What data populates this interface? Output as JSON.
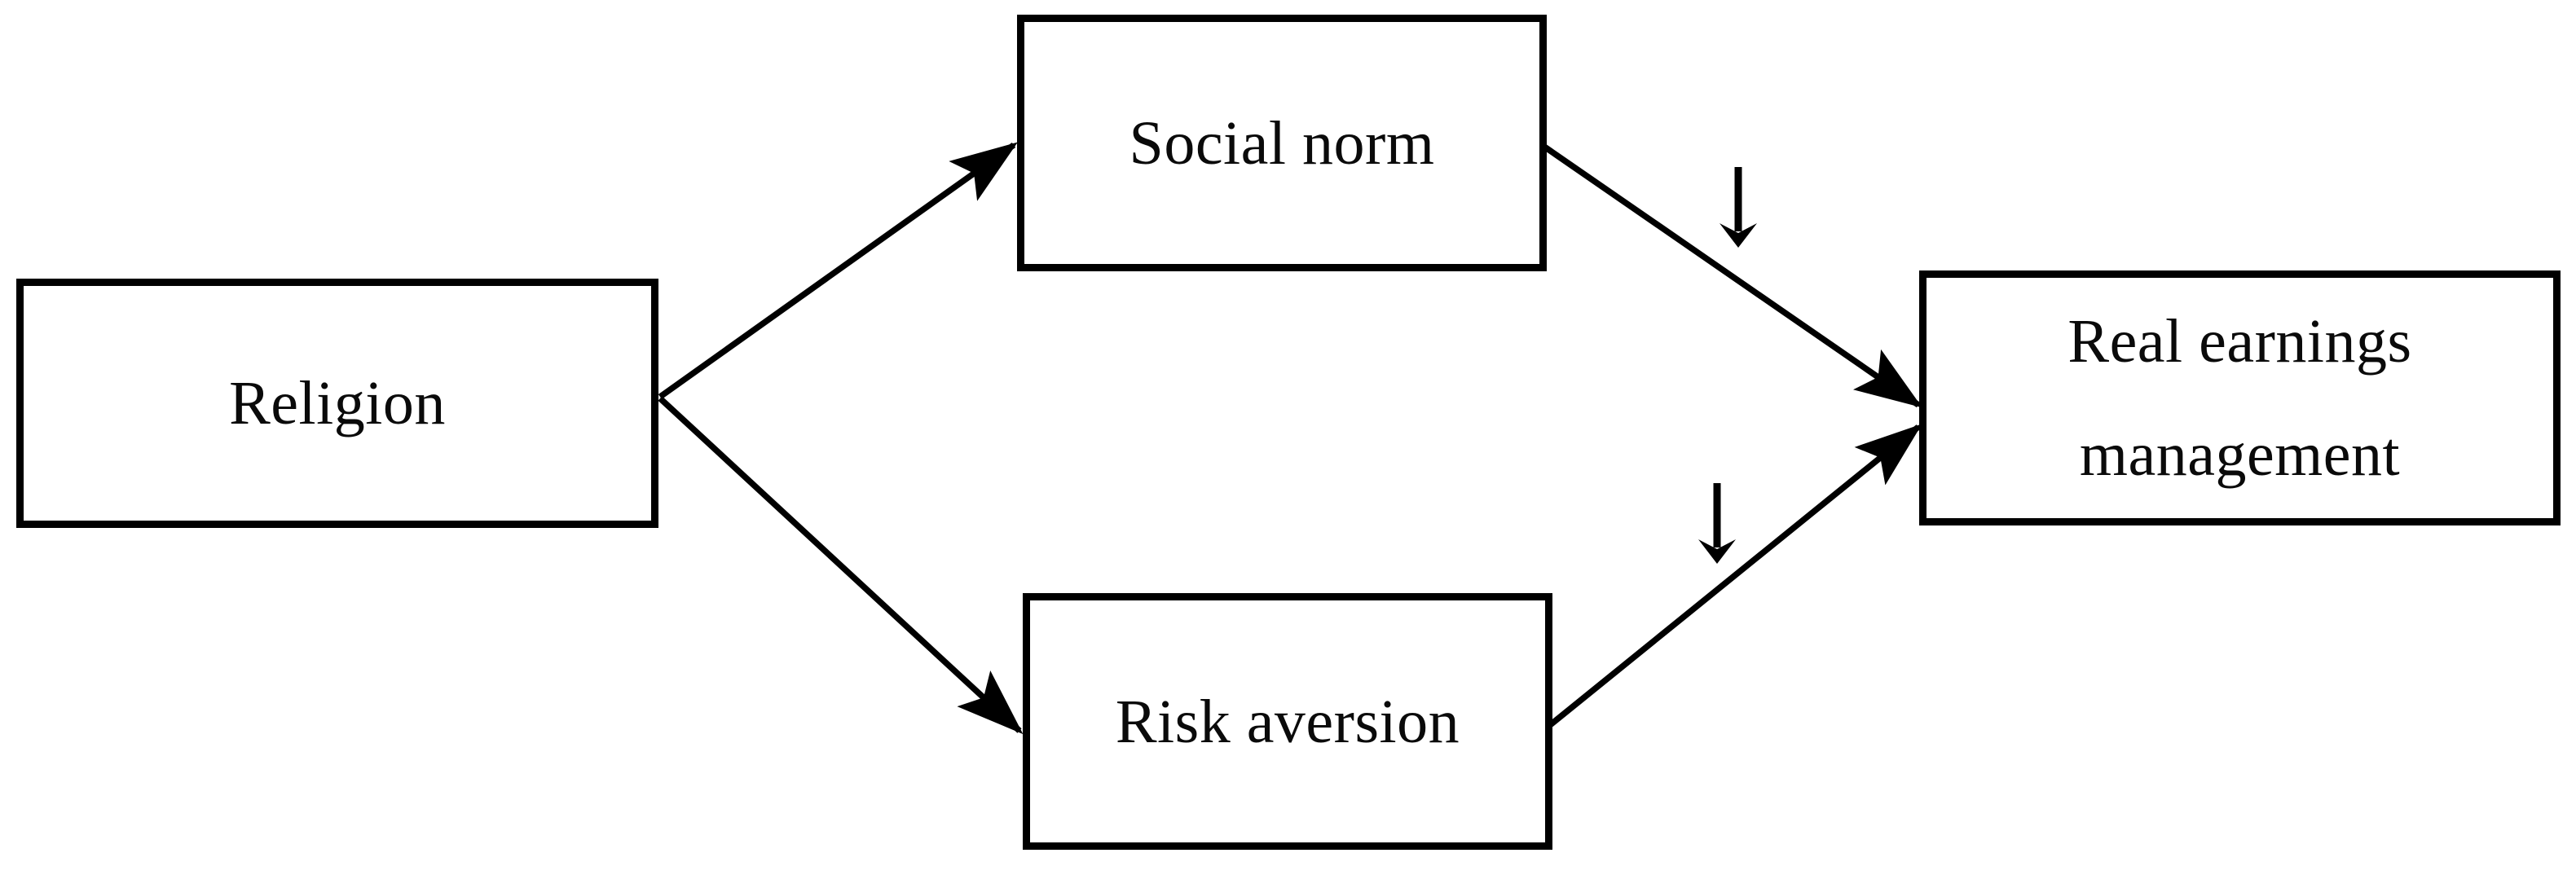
{
  "diagram": {
    "type": "conceptual-model-flow",
    "title": "",
    "background_color": "#ffffff",
    "line_color": "#000000",
    "text_color": "#0a0a0a",
    "nodes": [
      {
        "id": "religion",
        "label": "Religion",
        "role": "independent-variable",
        "position": "left"
      },
      {
        "id": "social_norm",
        "label": "Social norm",
        "role": "mediator",
        "position": "top-center"
      },
      {
        "id": "risk_aversion",
        "label": "Risk aversion",
        "role": "mediator",
        "position": "bottom-center"
      },
      {
        "id": "real_earnings_management",
        "label_line1": "Real earnings",
        "label_line2": "management",
        "label": "Real earnings management",
        "role": "dependent-variable",
        "position": "right"
      }
    ],
    "edges": [
      {
        "id": "e1",
        "from": "religion",
        "to": "social_norm",
        "sign": "",
        "arrowhead": "solid-triangle"
      },
      {
        "id": "e2",
        "from": "religion",
        "to": "risk_aversion",
        "sign": "",
        "arrowhead": "solid-triangle"
      },
      {
        "id": "e3",
        "from": "social_norm",
        "to": "real_earnings_management",
        "sign": "↓",
        "arrowhead": "solid-triangle"
      },
      {
        "id": "e4",
        "from": "risk_aversion",
        "to": "real_earnings_management",
        "sign": "↓",
        "arrowhead": "solid-triangle"
      }
    ],
    "signs": [
      {
        "id": "sign_upper",
        "glyph": "↓",
        "meaning": "decrease",
        "on_edge": "e3"
      },
      {
        "id": "sign_lower",
        "glyph": "↓",
        "meaning": "decrease",
        "on_edge": "e4"
      }
    ]
  }
}
